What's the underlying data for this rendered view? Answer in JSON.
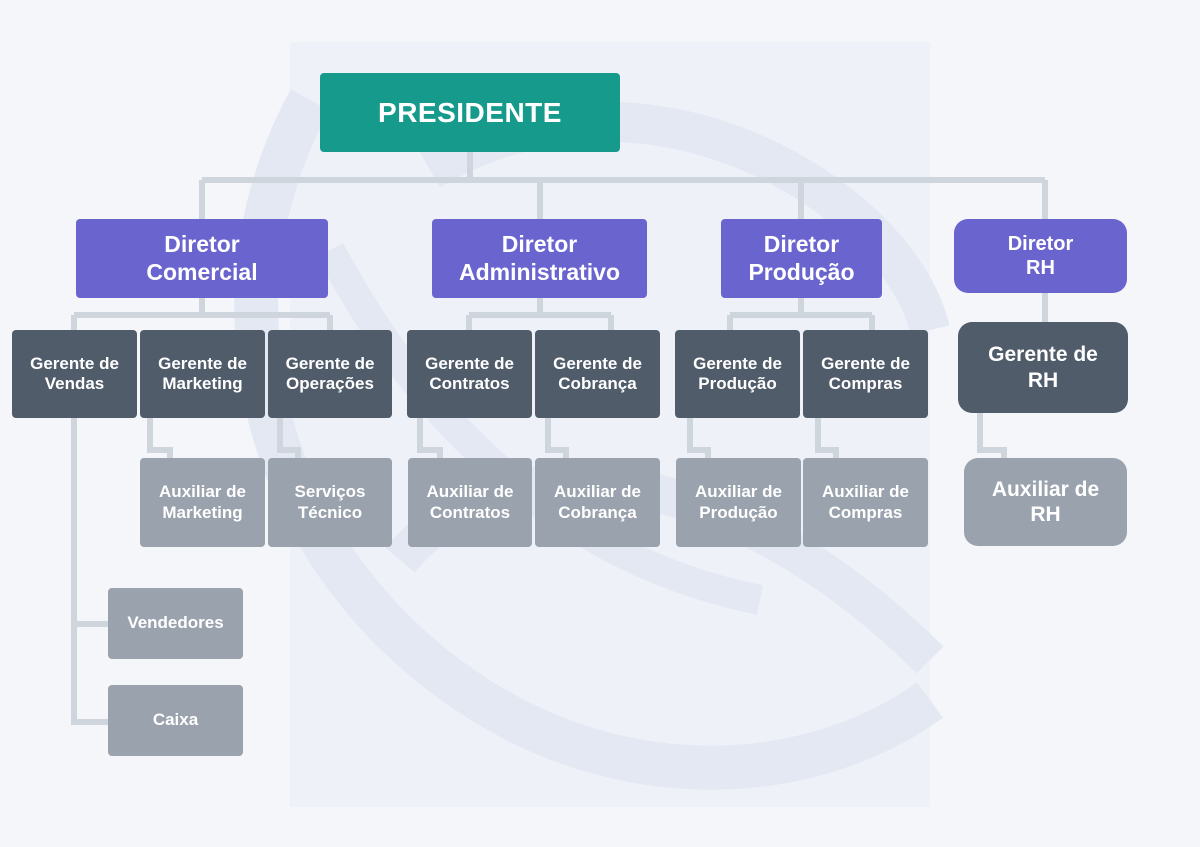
{
  "colors": {
    "background": "#f4f6fa",
    "president": "#159a8c",
    "director": "#6a64cf",
    "manager": "#515c6b",
    "assistant": "#9aa2ad",
    "connector": "#cfd5dc",
    "watermark": "#e6eaf3"
  },
  "org": {
    "president": "PRESIDENTE",
    "directors": {
      "comercial": "Diretor\nComercial",
      "administrativo": "Diretor\nAdministrativo",
      "producao": "Diretor\nProdução",
      "rh": "Diretor\nRH"
    },
    "managers": {
      "vendas": "Gerente de\nVendas",
      "marketing": "Gerente de\nMarketing",
      "operacoes": "Gerente de\nOperações",
      "contratos": "Gerente de\nContratos",
      "cobranca": "Gerente de\nCobrança",
      "producao": "Gerente de\nProdução",
      "compras": "Gerente de\nCompras",
      "rh": "Gerente de\nRH"
    },
    "assistants": {
      "marketing": "Auxiliar de\nMarketing",
      "servicos_tecnico": "Serviços\nTécnico",
      "contratos": "Auxiliar de\nContratos",
      "cobranca": "Auxiliar de\nCobrança",
      "producao": "Auxiliar de\nProdução",
      "compras": "Auxiliar de\nCompras",
      "rh": "Auxiliar de\nRH",
      "vendedores": "Vendedores",
      "caixa": "Caixa"
    }
  }
}
